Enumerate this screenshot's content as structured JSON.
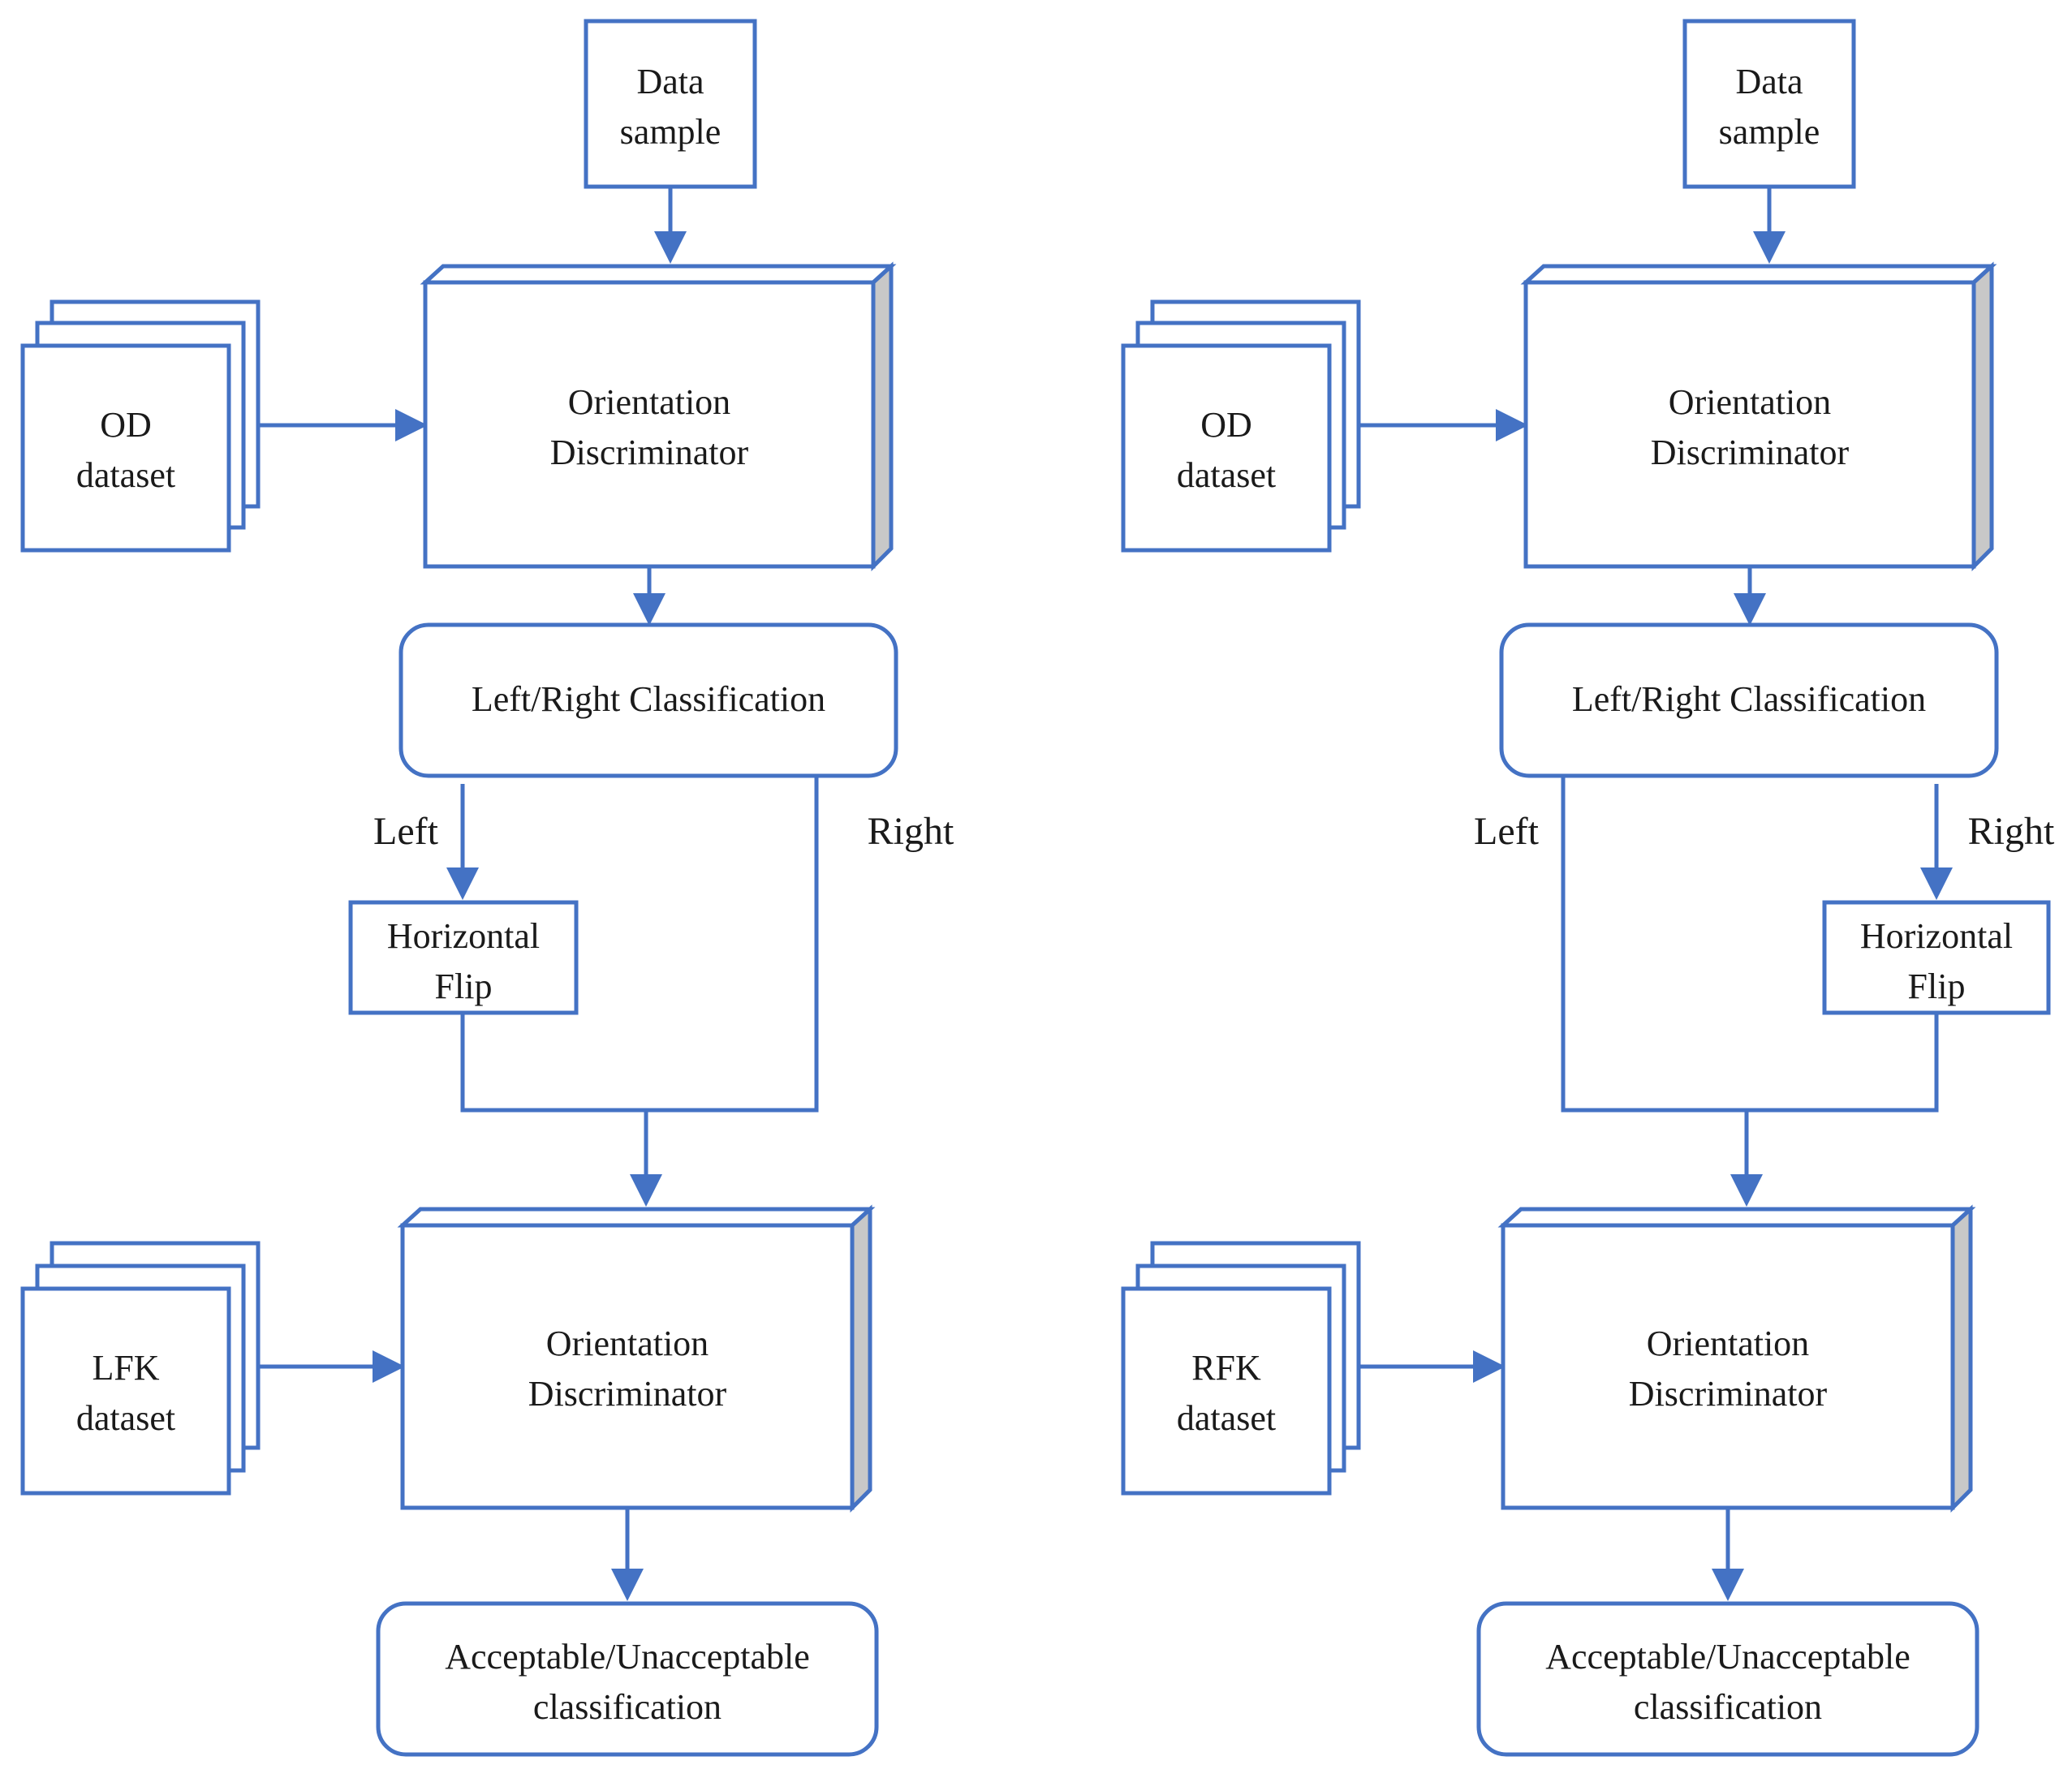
{
  "colors": {
    "stroke": "#4472C4",
    "fill": "#ffffff",
    "side_face": "#c8c8c8",
    "text": "#1a1a1a"
  },
  "left_flow": {
    "data_sample": [
      "Data",
      "sample"
    ],
    "input_dataset": [
      "OD",
      "dataset"
    ],
    "discriminator_1": [
      "Orientation",
      "Discriminator"
    ],
    "lr_classification": "Left/Right Classification",
    "branch_left": "Left",
    "branch_right": "Right",
    "flip": [
      "Horizontal",
      "Flip"
    ],
    "knee_dataset": [
      "LFK",
      "dataset"
    ],
    "discriminator_2": [
      "Orientation",
      "Discriminator"
    ],
    "result": [
      "Acceptable/Unacceptable",
      "classification"
    ]
  },
  "right_flow": {
    "data_sample": [
      "Data",
      "sample"
    ],
    "input_dataset": [
      "OD",
      "dataset"
    ],
    "discriminator_1": [
      "Orientation",
      "Discriminator"
    ],
    "lr_classification": "Left/Right Classification",
    "branch_left": "Left",
    "branch_right": "Right",
    "flip": [
      "Horizontal",
      "Flip"
    ],
    "knee_dataset": [
      "RFK",
      "dataset"
    ],
    "discriminator_2": [
      "Orientation",
      "Discriminator"
    ],
    "result": [
      "Acceptable/Unacceptable",
      "classification"
    ]
  }
}
